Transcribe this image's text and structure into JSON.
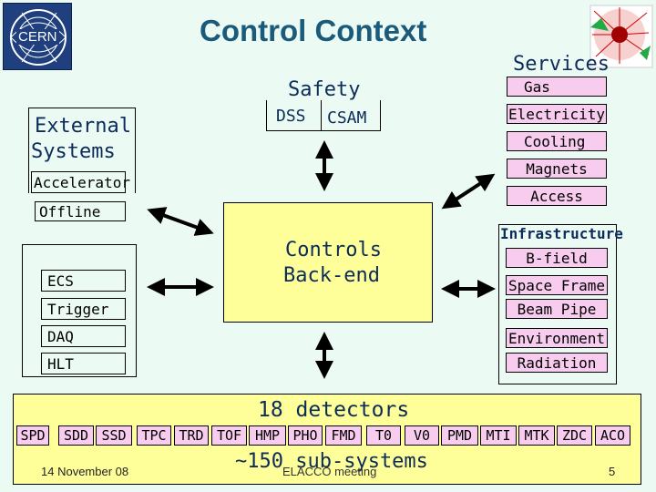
{
  "title": "Control Context",
  "cern_logo_text": "CERN",
  "colors": {
    "background": "#ecfaf4",
    "box_fill": "#ffff99",
    "label_fill": "#f7ccee",
    "title": "#1a5a7a"
  },
  "external": {
    "heading_line1": "External",
    "heading_line2": "Systems",
    "accelerator": "Accelerator",
    "offline": "Offline",
    "ecs": "ECS",
    "trigger": "Trigger",
    "daq": "DAQ",
    "hlt": "HLT"
  },
  "safety": {
    "heading": "Safety",
    "dss": "DSS",
    "csam": "CSAM"
  },
  "controls": {
    "line1": "Controls",
    "line2": "Back-end"
  },
  "services": {
    "heading": "Services",
    "items": [
      "Gas",
      "Electricity",
      "Cooling",
      "Magnets",
      "Access"
    ]
  },
  "infrastructure": {
    "heading": "Infrastructure",
    "items": [
      "B-field",
      "Space Frame",
      "Beam Pipe",
      "Environment",
      "Radiation"
    ]
  },
  "detectors": {
    "heading": "18 detectors",
    "list": [
      "SPD",
      "SDD",
      "SSD",
      "TPC",
      "TRD",
      "TOF",
      "HMP",
      "PHO",
      "FMD",
      "T0",
      "V0",
      "PMD",
      "MTI",
      "MTK",
      "ZDC",
      "ACO"
    ],
    "subsystems": "~150 sub-systems"
  },
  "footer": {
    "date": "14 November 08",
    "meeting": "ELACCO meeting",
    "page": "5"
  }
}
